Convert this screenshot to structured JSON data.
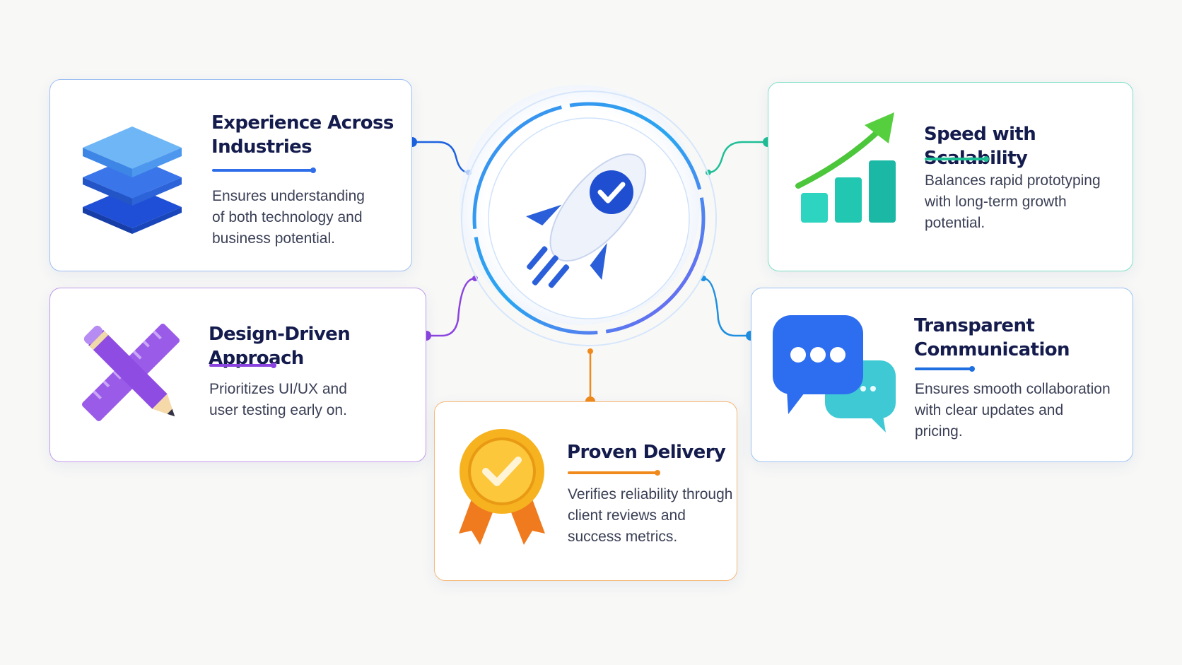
{
  "hub": {
    "icon": "rocket-check-icon"
  },
  "cards": {
    "experience": {
      "title_line1": "Experience Across",
      "title_line2": "Industries",
      "desc_line1": "Ensures understanding",
      "desc_line2": "of both technology and",
      "desc_line3": "business potential.",
      "icon": "stacked-layers-icon",
      "accent": "#2f6ee8"
    },
    "speed": {
      "title_line1": "Speed with Scalability",
      "desc_line1": "Balances rapid prototyping",
      "desc_line2": "with long-term growth",
      "desc_line3": "potential.",
      "icon": "growth-chart-icon",
      "accent": "#1fbf96"
    },
    "design": {
      "title_line1": "Design-Driven Approach",
      "desc_line1": "Prioritizes UI/UX and",
      "desc_line2": "user testing early on.",
      "icon": "pencil-ruler-icon",
      "accent": "#8b44e0"
    },
    "transparent": {
      "title_line1": "Transparent",
      "title_line2": "Communication",
      "desc_line1": "Ensures smooth collaboration",
      "desc_line2": "with clear updates and",
      "desc_line3": "pricing.",
      "icon": "chat-bubbles-icon",
      "accent": "#1f6fe0"
    },
    "proven": {
      "title_line1": "Proven Delivery",
      "desc_line1": "Verifies reliability through",
      "desc_line2": "client reviews and",
      "desc_line3": "success metrics.",
      "icon": "award-badge-icon",
      "accent": "#f08a1c"
    }
  }
}
